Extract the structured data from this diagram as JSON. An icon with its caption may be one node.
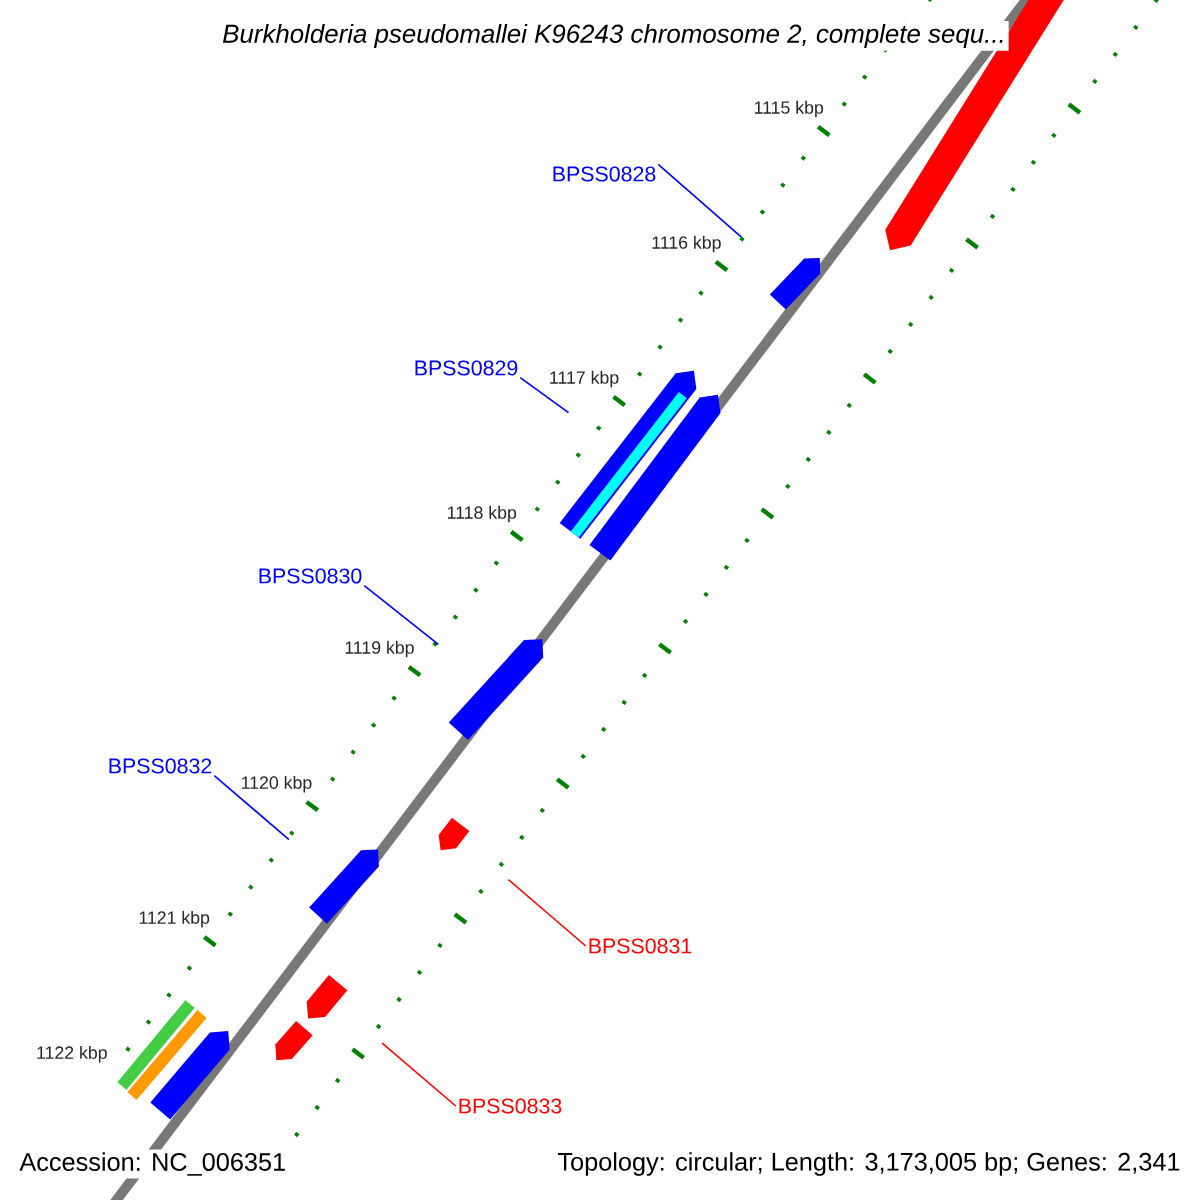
{
  "diagram": {
    "title": "Burkholderia pseudomallei K96243 chromosome 2, complete sequ...",
    "nodes": [
      {
        "text": [
          "BPSS0828"
        ]
      },
      {
        "text": [
          "BPSS0829"
        ]
      },
      {
        "text": [
          "BPSS0830"
        ]
      },
      {
        "text": [
          "BPSS0832"
        ]
      },
      {
        "text": [
          "BPSS0831"
        ]
      },
      {
        "text": [
          "BPSS0833"
        ]
      },
      {
        "text": [],
        "shape": "pentagon"
      },
      {
        "text": [],
        "shape": "pentagon"
      },
      {
        "text": [],
        "shape": "pentagon"
      },
      {
        "text": [],
        "shape": "pentagon"
      },
      {
        "text": [],
        "shape": "pentagon"
      },
      {
        "text": [],
        "shape": "pentagon"
      },
      {
        "text": [],
        "shape": "pentagon"
      },
      {
        "text": [],
        "shape": "pentagon"
      },
      {
        "text": [],
        "shape": "pentagon"
      },
      {
        "text": [],
        "shape": "bar"
      },
      {
        "text": [],
        "shape": "bar"
      },
      {
        "text": [],
        "shape": "pentagon"
      }
    ],
    "edges": [
      {
        "from": 0,
        "to": 7,
        "arrow": "none"
      },
      {
        "from": 1,
        "to": 8,
        "arrow": "none"
      },
      {
        "from": 2,
        "to": 10,
        "arrow": "none"
      },
      {
        "from": 3,
        "to": 12,
        "arrow": "none"
      },
      {
        "from": 4,
        "to": 11,
        "arrow": "none",
        "color": "#ff0000"
      },
      {
        "from": 5,
        "to": 13,
        "arrow": "none",
        "color": "#ff0000"
      }
    ],
    "labels": [
      "1115 kbp",
      "1116 kbp",
      "1117 kbp",
      "1118 kbp",
      "1119 kbp",
      "1120 kbp",
      "1121 kbp",
      "1122 kbp",
      "Accession: NC_006351",
      "Topology: circular; Length: 3,173,005 bp; Genes: 2,341"
    ]
  }
}
